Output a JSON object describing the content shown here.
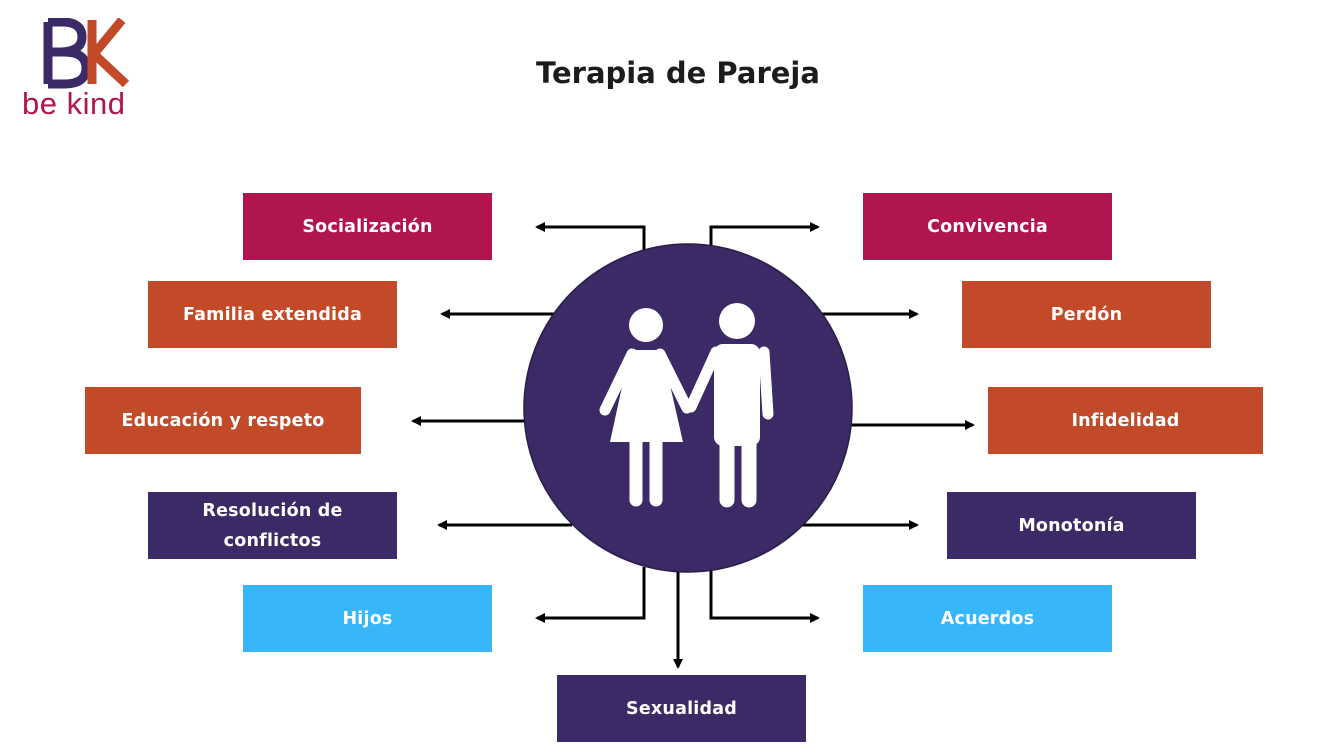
{
  "logo": {
    "text": "be kind"
  },
  "title": "Terapia de Pareja",
  "center": {
    "icon": "couple-icon",
    "color": "#3b2a66"
  },
  "colors": {
    "magenta": "#b0154f",
    "orange": "#c24a28",
    "purple": "#3b2a66",
    "blue": "#38b6fa"
  },
  "topics": {
    "socializacion": "Socialización",
    "familia": "Familia extendida",
    "educacion": "Educación y respeto",
    "resolucion": "Resolución de conflictos",
    "hijos": "Hijos",
    "convivencia": "Convivencia",
    "perdon": "Perdón",
    "infidelidad": "Infidelidad",
    "monotonia": "Monotonía",
    "acuerdos": "Acuerdos",
    "sexualidad": "Sexualidad"
  }
}
